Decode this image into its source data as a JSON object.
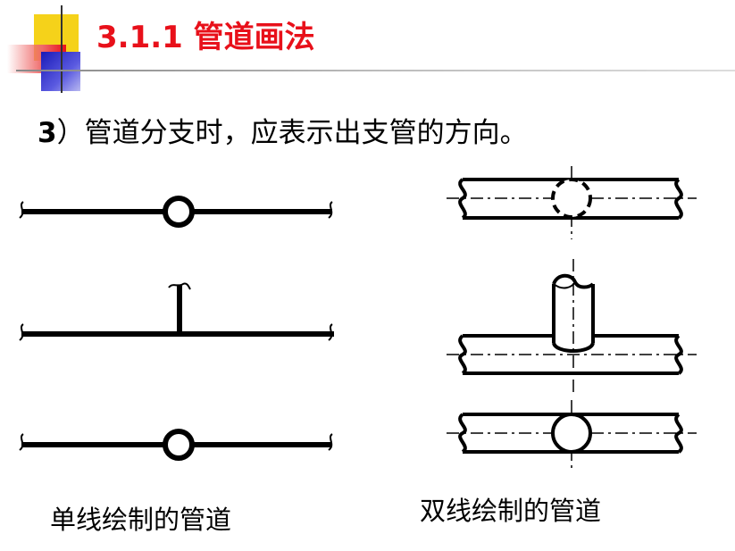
{
  "header": {
    "title": "3.1.1 管道画法",
    "accent_colors": {
      "yellow": "#f5d21a",
      "red": "#e8101a",
      "blue": "#2525c8"
    }
  },
  "content": {
    "point_number": "3",
    "point_text": "）管道分支时，应表示出支管的方向。"
  },
  "captions": {
    "single_line": "单线绘制的管道",
    "double_line": "双线绘制的管道"
  }
}
